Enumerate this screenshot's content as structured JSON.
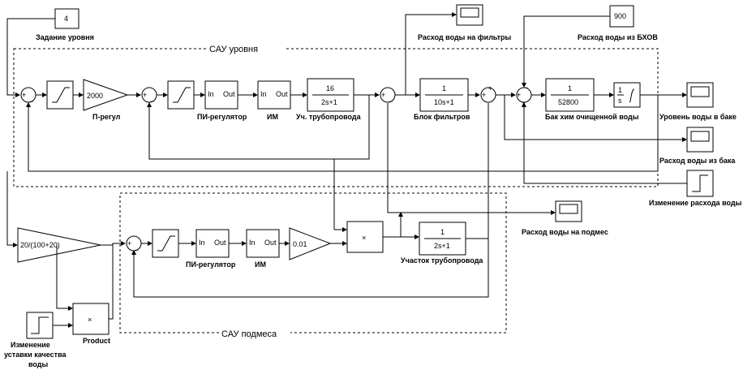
{
  "groups": {
    "level": "САУ уровня",
    "mix": "САУ подмеса"
  },
  "blocks": {
    "setpoint_const": "4",
    "setpoint_label": "Задание уровня",
    "bhov_const": "900",
    "bhov_label": "Расход воды из БХОВ",
    "p_gain": "2000",
    "p_label": "П-регул",
    "pi1_in": "In",
    "pi1_out": "Out",
    "pi1_label": "ПИ-регулятор",
    "im1_in": "In",
    "im1_out": "Out",
    "im1_label": "ИМ",
    "tf_pipe1_num": "16",
    "tf_pipe1_den": "2s+1",
    "tf_pipe1_label": "Уч. трубопровода",
    "tf_filter_num": "1",
    "tf_filter_den": "10s+1",
    "tf_filter_label": "Блок фильтров",
    "tf_tank_num": "1",
    "tf_tank_den": "52800",
    "tf_tank_label": "Бак хим очищенной воды",
    "integrator_num": "1",
    "integrator_den": "s",
    "scope_filter_label": "Расход воды на фильтры",
    "scope_level_label": "Уровень воды в баке",
    "scope_out_label": "Расход воды из бака",
    "step_change_label": "Изменение расхода воды",
    "scope_mix_label": "Расход воды на подмес",
    "ratio_gain": "20/(100+20)",
    "pi2_in": "In",
    "pi2_out": "Out",
    "pi2_label": "ПИ-регулятор",
    "im2_in": "In",
    "im2_out": "Out",
    "im2_label": "ИМ",
    "gain2": "0.01",
    "mult_symbol": "×",
    "tf_pipe2_num": "1",
    "tf_pipe2_den": "2s+1",
    "tf_pipe2_label": "Участок трубопровода",
    "product_symbol": "×",
    "product_label": "Product",
    "quality_label_1": "Изменение",
    "quality_label_2": "уставки качества",
    "quality_label_3": "воды"
  },
  "signs": {
    "plus": "+",
    "minus": "−"
  }
}
